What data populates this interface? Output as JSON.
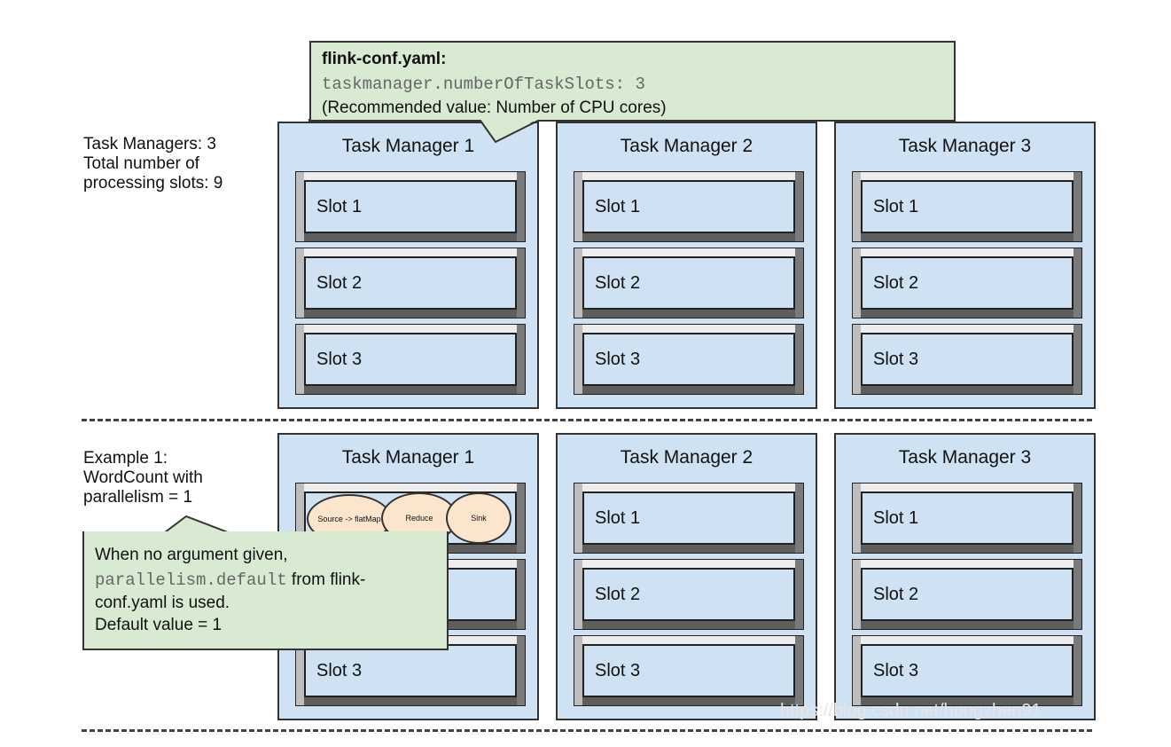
{
  "config_callout": {
    "title": "flink-conf.yaml:",
    "code": "taskmanager.numberOfTaskSlots: 3",
    "note": "(Recommended value: Number of CPU cores)"
  },
  "top_section": {
    "side_text": "Task Managers: 3\nTotal number of\nprocessing slots: 9",
    "task_managers": [
      {
        "title": "Task Manager 1",
        "slots": [
          "Slot 1",
          "Slot 2",
          "Slot 3"
        ]
      },
      {
        "title": "Task Manager 2",
        "slots": [
          "Slot 1",
          "Slot 2",
          "Slot 3"
        ]
      },
      {
        "title": "Task Manager 3",
        "slots": [
          "Slot 1",
          "Slot 2",
          "Slot 3"
        ]
      }
    ]
  },
  "example_section": {
    "side_text": "Example 1:\nWordCount with\nparallelism = 1",
    "operators": [
      "Source -> flatMap",
      "Reduce",
      "Sink"
    ],
    "task_managers": [
      {
        "title": "Task Manager 1",
        "slots": [
          "",
          "",
          "Slot 3"
        ]
      },
      {
        "title": "Task Manager 2",
        "slots": [
          "Slot 1",
          "Slot 2",
          "Slot 3"
        ]
      },
      {
        "title": "Task Manager 3",
        "slots": [
          "Slot 1",
          "Slot 2",
          "Slot 3"
        ]
      }
    ],
    "default_callout": {
      "line1": "When no argument given,",
      "code": "parallelism.default",
      "line2a": " from flink-",
      "line3": "conf.yaml is used.",
      "line4": "Default value = 1"
    }
  },
  "watermark": "https://blog.csdn.net/hongzhen91",
  "colors": {
    "task_manager_fill": "#cfe2f3",
    "callout_fill": "#d9ead3",
    "operator_fill": "#fce5cd"
  }
}
